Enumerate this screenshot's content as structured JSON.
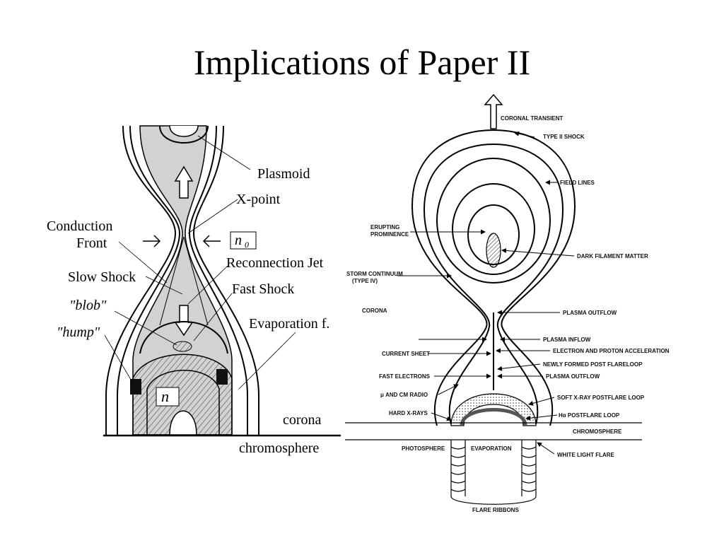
{
  "slide": {
    "title": "Implications of Paper II"
  },
  "left_figure": {
    "labels": {
      "plasmoid": "Plasmoid",
      "x_point": "X-point",
      "conduction_front_1": "Conduction",
      "conduction_front_2": "Front",
      "n0_main": "n",
      "n0_sub": "0",
      "reconnection_jet": "Reconnection Jet",
      "slow_shock": "Slow Shock",
      "fast_shock": "Fast Shock",
      "blob": "\"blob\"",
      "evaporation": "Evaporation f.",
      "hump": "\"hump\"",
      "n": "n",
      "corona": "corona",
      "chromosphere": "chromosphere"
    }
  },
  "right_figure": {
    "labels": {
      "coronal_transient": "CORONAL TRANSIENT",
      "type_ii_shock": "TYPE II SHOCK",
      "field_lines": "FIELD LINES",
      "erupting_prominence_1": "ERUPTING",
      "erupting_prominence_2": "PROMINENCE",
      "dark_filament": "DARK FILAMENT MATTER",
      "storm_continuum_1": "STORM CONTINUUM",
      "storm_continuum_2": "(TYPE IV)",
      "corona": "CORONA",
      "plasma_outflow_top": "PLASMA OUTFLOW",
      "plasma_inflow": "PLASMA INFLOW",
      "electron_proton": "ELECTRON AND PROTON ACCELERATION",
      "current_sheet": "CURRENT SHEET",
      "newly_formed": "NEWLY FORMED POST FLARELOOP",
      "fast_electrons": "FAST ELECTRONS",
      "plasma_outflow_bottom": "PLASMA OUTFLOW",
      "radio": "μ AND CM RADIO",
      "soft_xray": "SOFT X-RAY POSTFLARE LOOP",
      "hard_xray": "HARD X-RAYS",
      "halpha_loop": "Hα POSTFLARE LOOP",
      "chromosphere": "CHROMOSPHERE",
      "photosphere": "PHOTOSPHERE",
      "evaporation": "EVAPORATION",
      "white_light": "WHITE LIGHT FLARE",
      "flare_ribbons": "FLARE RIBBONS"
    }
  }
}
